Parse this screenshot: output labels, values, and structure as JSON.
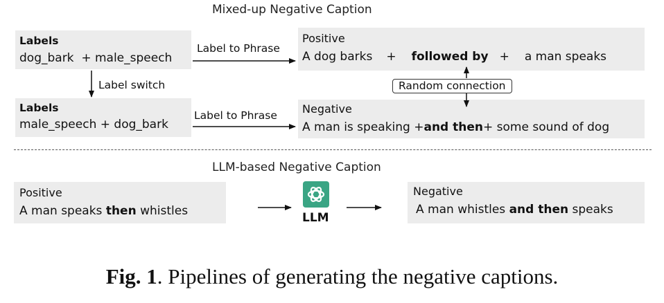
{
  "mixed": {
    "title": "Mixed-up Negative Caption",
    "labels_top": {
      "head": "Labels",
      "text": "dog_bark  + male_speech"
    },
    "arrow_top": "Label to Phrase",
    "positive": {
      "head": "Positive",
      "part1": "A dog barks",
      "plus1": "+",
      "connector": "followed by",
      "plus2": "+",
      "part2": "a man speaks"
    },
    "label_switch": "Label switch",
    "random_connection": "Random connection",
    "labels_bottom": {
      "head": "Labels",
      "text": "male_speech + dog_bark"
    },
    "arrow_bottom": "Label to Phrase",
    "negative": {
      "head": "Negative",
      "part1": "A man is speaking +",
      "connector": "and then",
      "part2": "+ some sound of dog"
    }
  },
  "llm": {
    "title": "LLM-based Negative Caption",
    "positive": {
      "head": "Positive",
      "pre": "A man speaks ",
      "connector": "then",
      "post": " whistles"
    },
    "model_label": "LLM",
    "negative": {
      "head": "Negative",
      "pre": "A man whistles ",
      "connector": "and then",
      "post": " speaks"
    }
  },
  "caption": {
    "label": "Fig. 1",
    "text": ". Pipelines of generating the negative captions."
  },
  "colors": {
    "box_bg": "#ececec",
    "llm_icon_bg": "#3aa584",
    "llm_icon_fg": "#ffffff"
  },
  "icons": {
    "llm": "openai-logo-icon"
  }
}
